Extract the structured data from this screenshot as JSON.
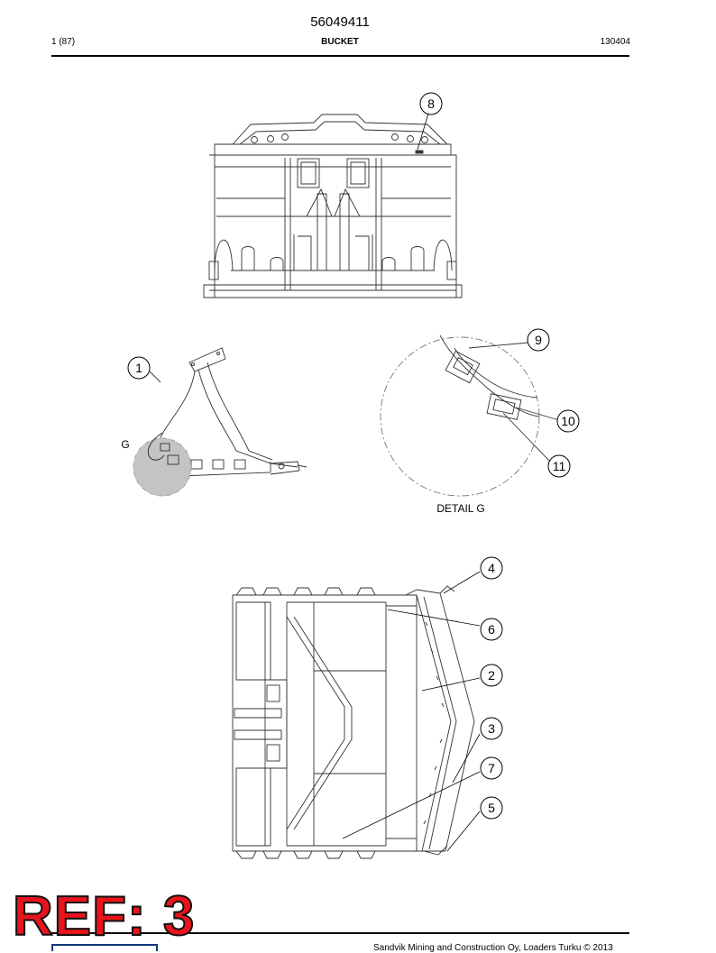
{
  "header": {
    "doc_number": "56049411",
    "page": "1 (87)",
    "title": "BUCKET",
    "code": "130404"
  },
  "callouts": [
    "8",
    "1",
    "9",
    "10",
    "11",
    "4",
    "6",
    "2",
    "3",
    "7",
    "5"
  ],
  "labels": {
    "detail_marker": "G",
    "detail_title": "DETAIL G"
  },
  "stamp": "REF: 3",
  "footer": {
    "copyright": "Sandvik Mining and Construction Oy, Loaders Turku © 2013"
  },
  "colors": {
    "stamp_fill": "#e8141b",
    "detail_circle": "#c4c4c4"
  }
}
